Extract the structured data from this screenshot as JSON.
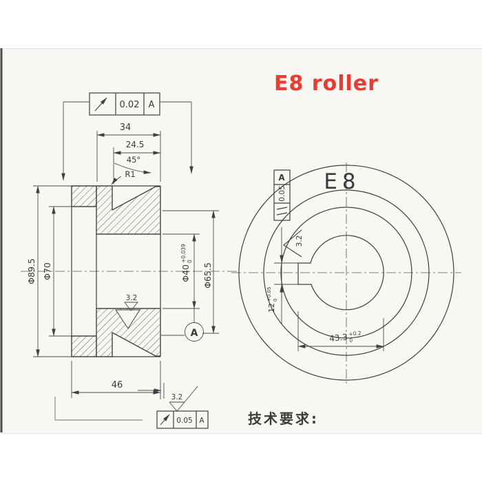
{
  "header": {
    "label": "E8 roller",
    "color": "#f0392d"
  },
  "notes": {
    "tech_req": "技术要求:"
  },
  "section_view": {
    "dims": {
      "width_total": "46",
      "width_34": "34",
      "width_245": "24.5",
      "angle": "45°",
      "radius": "R1",
      "od": "Φ89.5",
      "recess": "Φ70",
      "groove": "Φ65.5",
      "bore": {
        "main": "Φ40",
        "sup": "+0.039",
        "sub": "0"
      }
    },
    "finish_bore": "3.2",
    "finish_face": "3.2",
    "datum_label": "A",
    "frame_top": {
      "symbol": "runout-arrow",
      "value": "0.02",
      "datum": "A"
    },
    "frame_bottom": {
      "symbol": "runout-arrow",
      "value": "0.05",
      "datum": "A"
    }
  },
  "front_view": {
    "label": "E8",
    "finish": "3.2",
    "frame": {
      "symbol": "parallelism",
      "value": "0.05",
      "datum": "A"
    },
    "dims": {
      "keyway_span": {
        "main": "43.3",
        "sup": "+0.2",
        "sub": "0"
      },
      "keyway_width": {
        "main": "12",
        "sup": "+0.05",
        "sub": "0"
      }
    }
  }
}
